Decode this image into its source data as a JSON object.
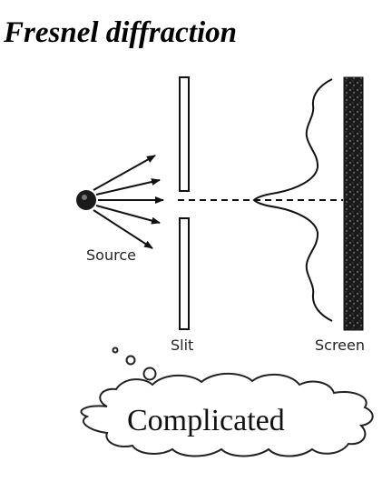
{
  "title": "Fresnel diffraction",
  "labels": {
    "source": "Source",
    "slit": "Slit",
    "screen": "Screen"
  },
  "thought_bubble": {
    "text": "Complicated"
  },
  "colors": {
    "ink": "#111111",
    "background": "#ffffff"
  }
}
